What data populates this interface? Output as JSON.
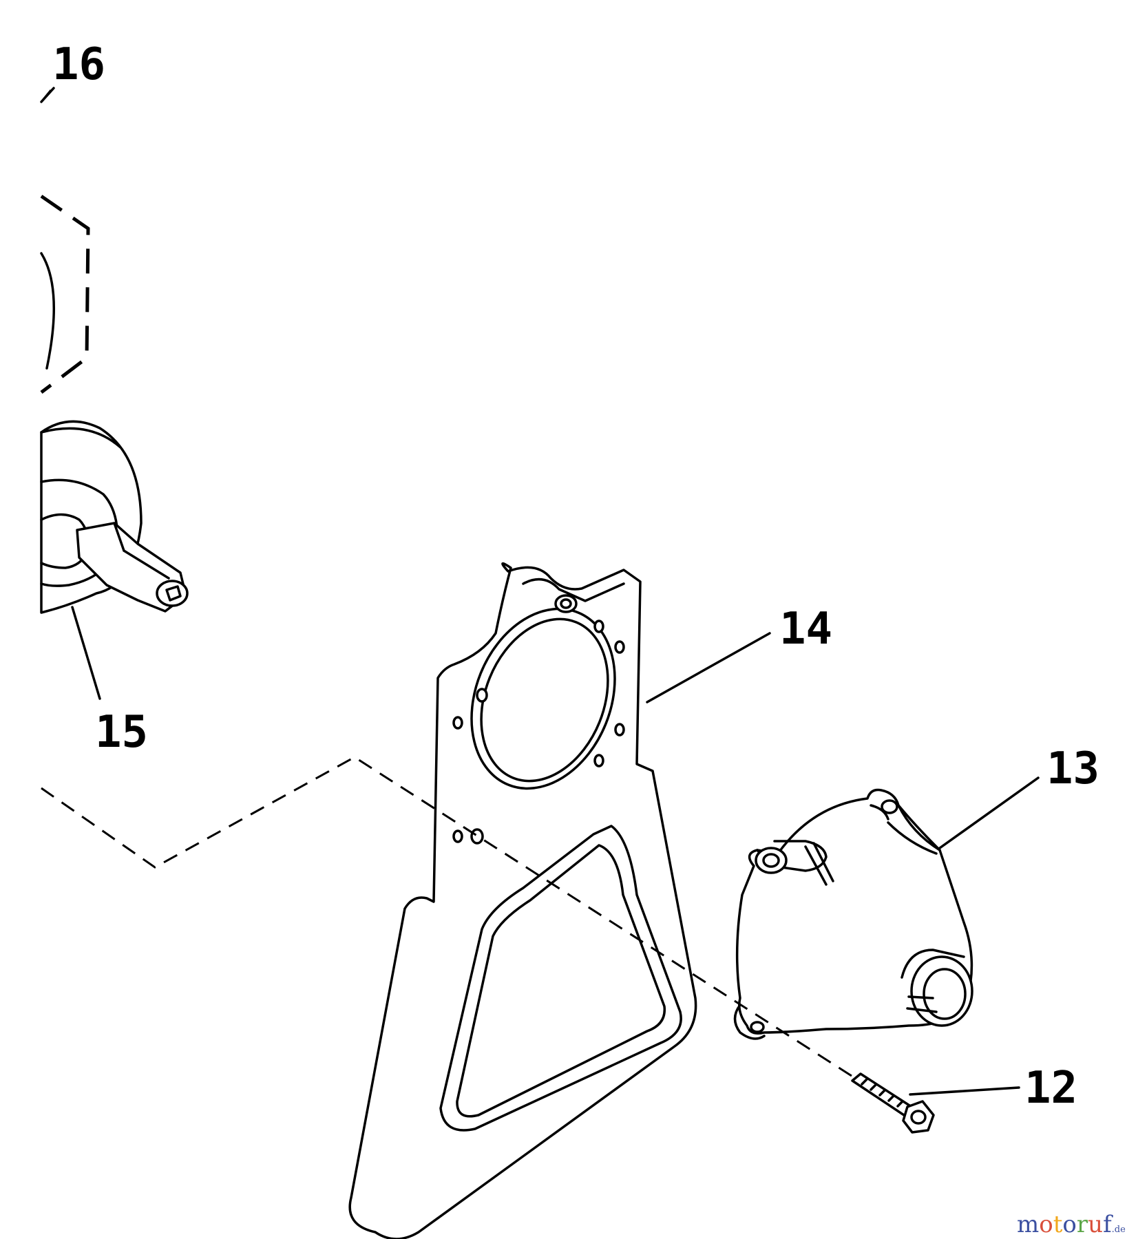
{
  "diagram": {
    "callouts": [
      {
        "id": "12",
        "label": "12"
      },
      {
        "id": "13",
        "label": "13"
      },
      {
        "id": "14",
        "label": "14"
      },
      {
        "id": "15",
        "label": "15"
      },
      {
        "id": "16",
        "label": "16"
      }
    ]
  },
  "watermark": {
    "text": "motoruf",
    "suffix": ".de",
    "colors": [
      "#3b4fa0",
      "#d94f3a",
      "#f2a81d",
      "#3b4fa0",
      "#5aa546",
      "#d94f3a",
      "#3b4fa0"
    ]
  }
}
